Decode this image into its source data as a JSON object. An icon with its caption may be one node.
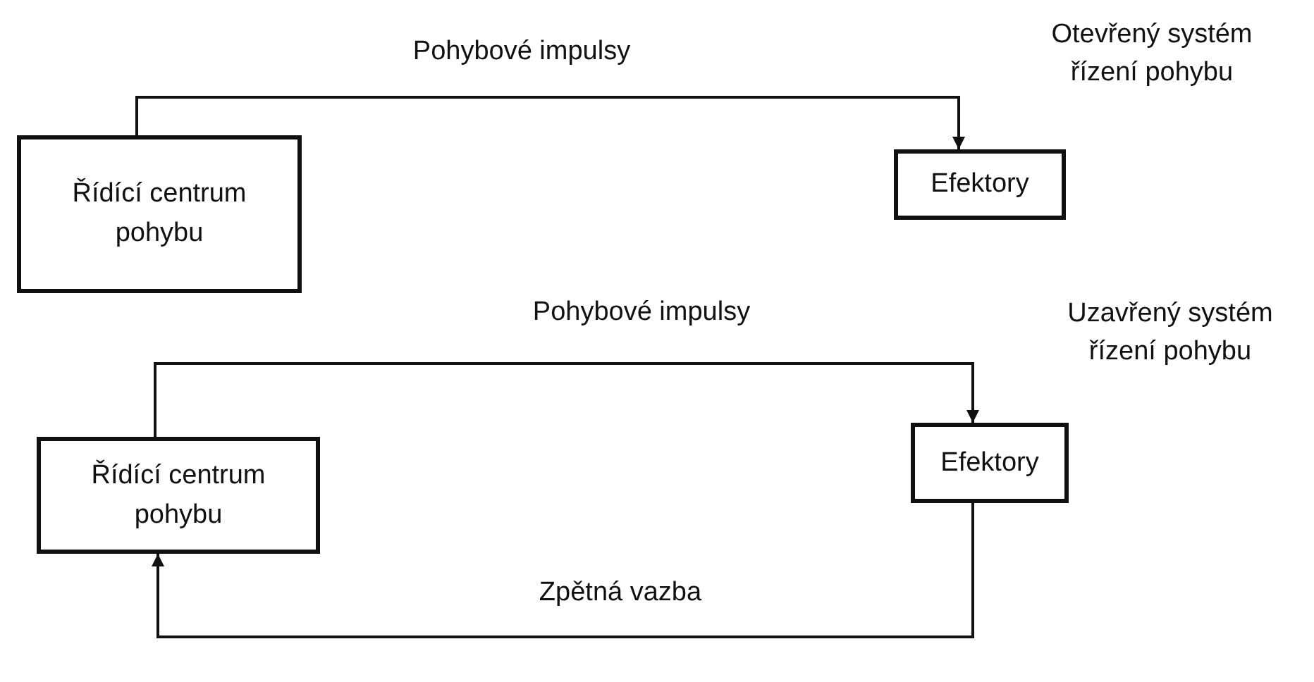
{
  "diagram": {
    "nodes": [
      {
        "text": [
          "Řídící centrum pohybu"
        ]
      },
      {
        "text": [
          "Efektory"
        ]
      },
      {
        "text": [
          "Řídící centrum pohybu"
        ]
      },
      {
        "text": [
          "Efektory"
        ]
      }
    ],
    "edges": [
      {
        "from": 0,
        "to": 1,
        "arrow": "to",
        "label": "Pohybové impulsy"
      },
      {
        "from": 2,
        "to": 3,
        "arrow": "to",
        "label": "Pohybové impulsy"
      },
      {
        "from": 3,
        "to": 2,
        "arrow": "to",
        "label": "Zpětná vazba"
      }
    ],
    "labels": [
      "Otevřený systém řízení pohybu",
      "Uzavřený systém řízení pohybu"
    ]
  }
}
